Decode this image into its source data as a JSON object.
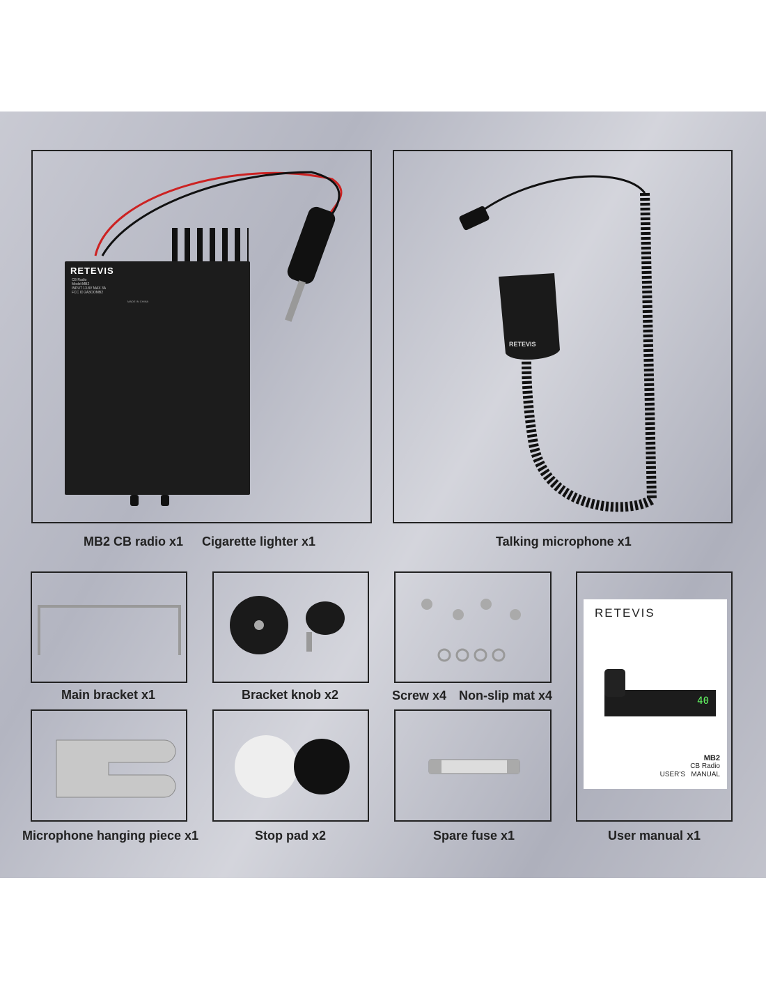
{
  "brand": "RETEVIS",
  "radio_label": {
    "line1": "CB Radio",
    "line2": "Model:MB2",
    "line3": "INPUT 13.8V  MAX 3A",
    "line4": "FCC ID 2A3OOMB2",
    "made_in": "MADE IN CHINA"
  },
  "captions": {
    "radio": "MB2 CB radio x1",
    "lighter": "Cigarette lighter x1",
    "mic": "Talking microphone x1",
    "bracket": "Main bracket x1",
    "knob": "Bracket knob x2",
    "screw": "Screw x4",
    "mat": "Non-slip mat x4",
    "hanger": "Microphone hanging piece x1",
    "pad": "Stop pad x2",
    "fuse": "Spare fuse x1",
    "manual": "User manual x1"
  },
  "manual": {
    "brand": "RETEVIS",
    "model": "MB2",
    "subtitle": "CB Radio",
    "title": "USER'S   MANUAL",
    "display": "40"
  },
  "colors": {
    "frame": "#222222",
    "radio": "#1c1c1c"
  }
}
